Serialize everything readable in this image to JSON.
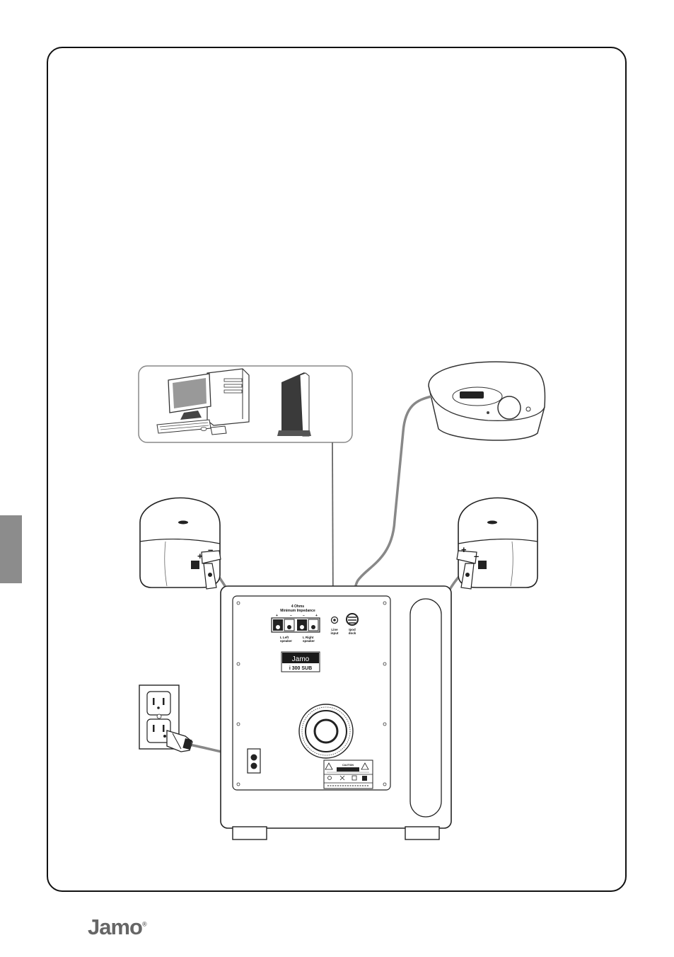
{
  "page": {
    "brand_logo": "Jamo",
    "brand_mark": "®"
  },
  "diagram": {
    "sources": [
      "computer",
      "tv"
    ],
    "speaker_terminals": {
      "plus": "+",
      "minus": "–"
    },
    "subwoofer": {
      "impedance_line1": "4 Ohms",
      "impedance_line2": "Minimum Impedance",
      "terminal_plus": "+",
      "terminal_minus": "–",
      "left_label_line1": "L Left",
      "left_label_line2": "speaker",
      "right_label_line1": "L Right",
      "right_label_line2": "speaker",
      "line_input_line1": "Line",
      "line_input_line2": "input",
      "ipod_dock_line1": "Ipod",
      "ipod_dock_line2": "dock",
      "badge_brand": "Jamo",
      "badge_model": "i 300 SUB",
      "caution_title": "CAUTION"
    }
  }
}
